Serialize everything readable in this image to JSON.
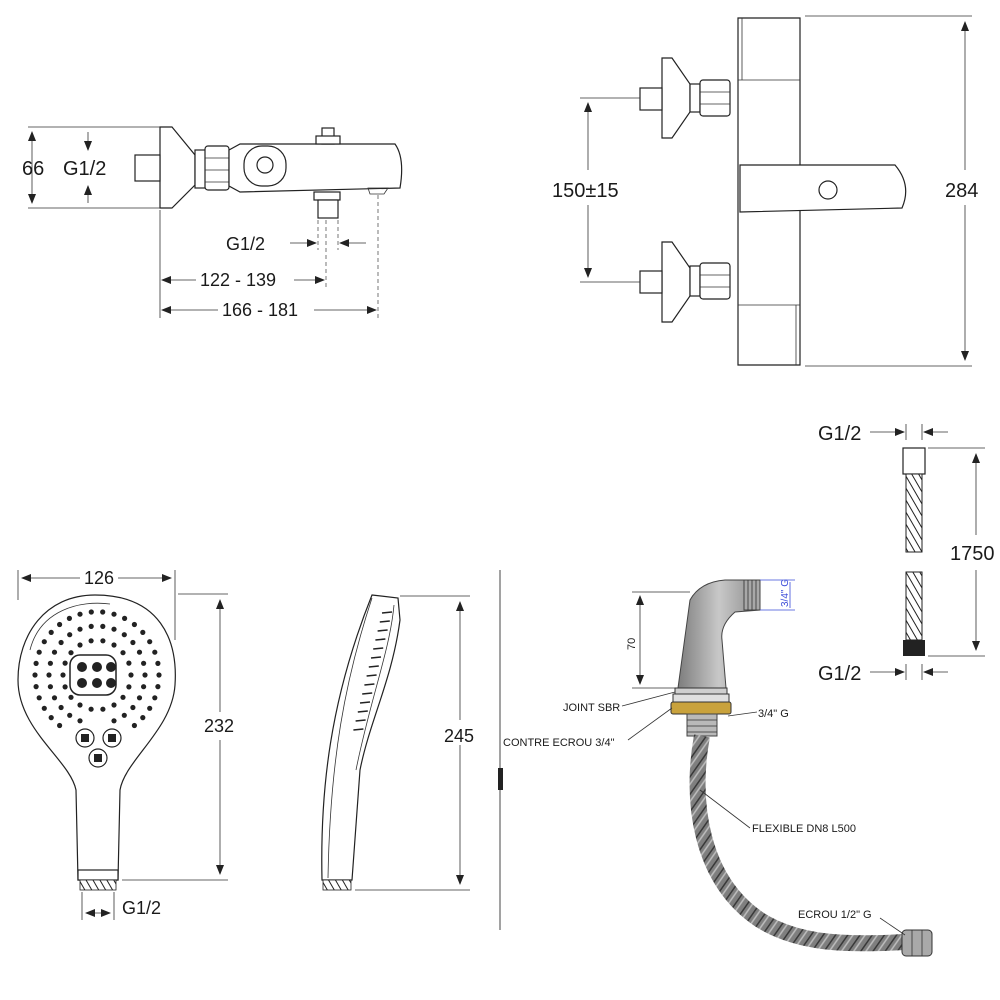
{
  "mixer_side": {
    "dim_height": "66",
    "dim_inlet_thread": "G1/2",
    "dim_outlet_thread": "G1/2",
    "dim_reach_min": "122 - 139",
    "dim_reach_max": "166 - 181"
  },
  "mixer_front": {
    "dim_centres": "150±15",
    "dim_height": "284"
  },
  "hose": {
    "top_thread": "G1/2",
    "bottom_thread": "G1/2",
    "length": "1750"
  },
  "handshower_front": {
    "dim_width": "126",
    "dim_height": "232",
    "dim_thread": "G1/2"
  },
  "handshower_side": {
    "dim_height": "245"
  },
  "outlet_assembly": {
    "dim_height": "70",
    "dim_thread_top": "3/4\" G",
    "label_joint": "JOINT SBR",
    "label_nut": "CONTRE ECROU 3/4\"",
    "label_thread": "3/4\" G",
    "label_flexible": "FLEXIBLE DN8 L500",
    "label_ecrou": "ECROU 1/2\" G"
  },
  "colors": {
    "line": "#222222",
    "accent_blue": "#3a4bd8",
    "nut_gold": "#c9a23c",
    "body_gray": "#9a9a9a"
  }
}
